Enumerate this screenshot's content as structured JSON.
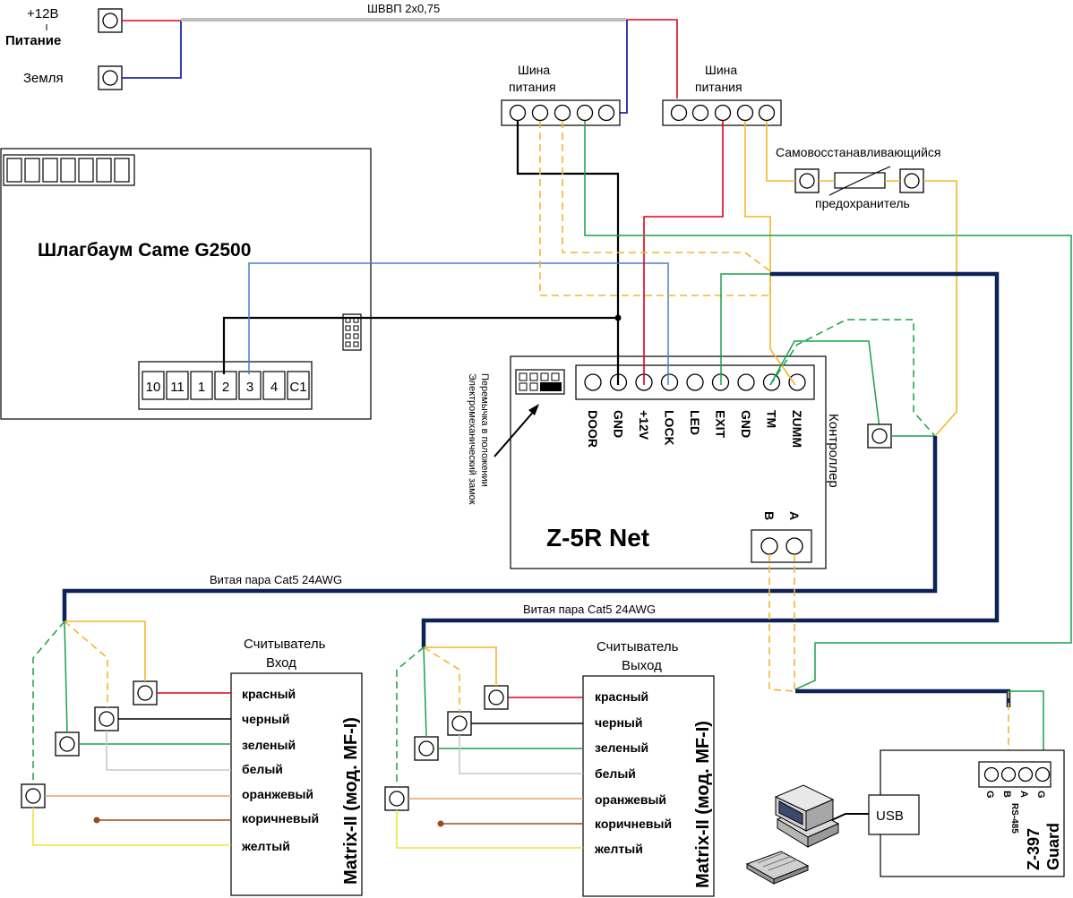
{
  "power": {
    "plus12": "+12В",
    "supply": "Питание",
    "ground": "Земля",
    "cable": "ШВВП 2х0,75"
  },
  "bus_left": {
    "line1": "Шина",
    "line2": "питания"
  },
  "bus_right": {
    "line1": "Шина",
    "line2": "питания"
  },
  "fuse": {
    "line1": "Самовосстанавливающийся",
    "line2": "предохранитель"
  },
  "barrier": {
    "title": "Шлагбаум Came G2500",
    "terminals": [
      "10",
      "11",
      "1",
      "2",
      "3",
      "4",
      "C1"
    ]
  },
  "jumper": {
    "line1": "Перемычка в положении",
    "line2": "Электромеханический замок"
  },
  "controller": {
    "name": "Z-5R Net",
    "side_label": "Контроллер",
    "terminals": [
      "DOOR",
      "GND",
      "+12V",
      "LOCK",
      "LED",
      "EXIT",
      "GND",
      "TM",
      "ZUMM"
    ],
    "rs_labels": [
      "B",
      "A"
    ]
  },
  "twisted_pair_1": "Витая пара Cat5 24AWG",
  "twisted_pair_2": "Витая пара Cat5 24AWG",
  "reader_in": {
    "title1": "Считыватель",
    "title2": "Вход",
    "model": "Matrix-II (мод. MF-I)",
    "wires": [
      "красный",
      "черный",
      "зеленый",
      "белый",
      "оранжевый",
      "коричневый",
      "желтый"
    ]
  },
  "reader_out": {
    "title1": "Считыватель",
    "title2": "Выход",
    "model": "Matrix-II (мод. MF-I)",
    "wires": [
      "красный",
      "черный",
      "зеленый",
      "белый",
      "оранжевый",
      "коричневый",
      "желтый"
    ]
  },
  "guard": {
    "usb": "USB",
    "model1": "Z-397",
    "model2": "Guard",
    "pins": [
      "G",
      "A",
      "B",
      "G"
    ],
    "rs": "RS-485"
  },
  "colors": {
    "red": "#e0001b",
    "black": "#000000",
    "blue": "#1d2aa6",
    "green": "#1aa048",
    "yellow_orange": "#f4b52d",
    "navy": "#0d2257",
    "lightblue": "#4a7fc8"
  },
  "icons": [
    "computer-icon"
  ]
}
